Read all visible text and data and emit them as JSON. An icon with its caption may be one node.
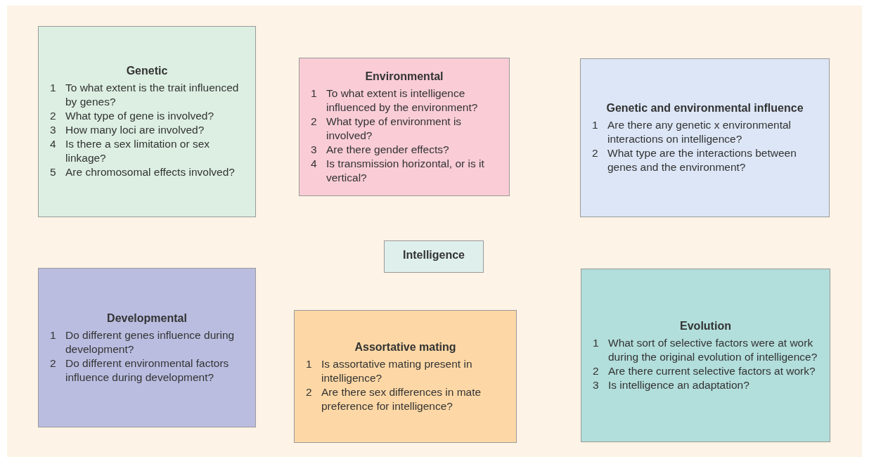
{
  "diagram": {
    "nodes": [
      {
        "text": [
          "Genetic",
          "1",
          "To what extent is the trait influenced by genes?",
          "2",
          "What type of gene is involved?",
          "3",
          "How many loci are involved?",
          "4",
          "Is there a sex limitation or sex linkage?",
          "5",
          "Are chromosomal effects involved?"
        ]
      },
      {
        "text": [
          "Environmental",
          "1",
          "To what extent is intelligence influenced by the environment?",
          "2",
          "What type of environment is involved?",
          "3",
          "Are there gender effects?",
          "4",
          "Is transmission horizontal, or is it vertical?"
        ]
      },
      {
        "text": [
          "Genetic and environmental influence",
          "1",
          "Are there any genetic x environmental interactions on intelligence?",
          "2",
          "What type are the interactions between genes and the environment?"
        ]
      },
      {
        "text": [
          "Intelligence"
        ]
      },
      {
        "text": [
          "Developmental",
          "1",
          "Do different genes influence during development?",
          "2",
          "Do different environmental factors influence during development?"
        ]
      },
      {
        "text": [
          "Assortative mating",
          "1",
          "Is assortative mating present in intelligence?",
          "2",
          "Are there sex differences in mate preference for intelligence?"
        ]
      },
      {
        "text": [
          "Evolution",
          "1",
          "What sort of selective factors were at work during the original evolution of intelligence?",
          "2",
          "Are there current selective factors at work?",
          "3",
          "Is intelligence an adaptation?"
        ]
      }
    ],
    "edges": []
  }
}
